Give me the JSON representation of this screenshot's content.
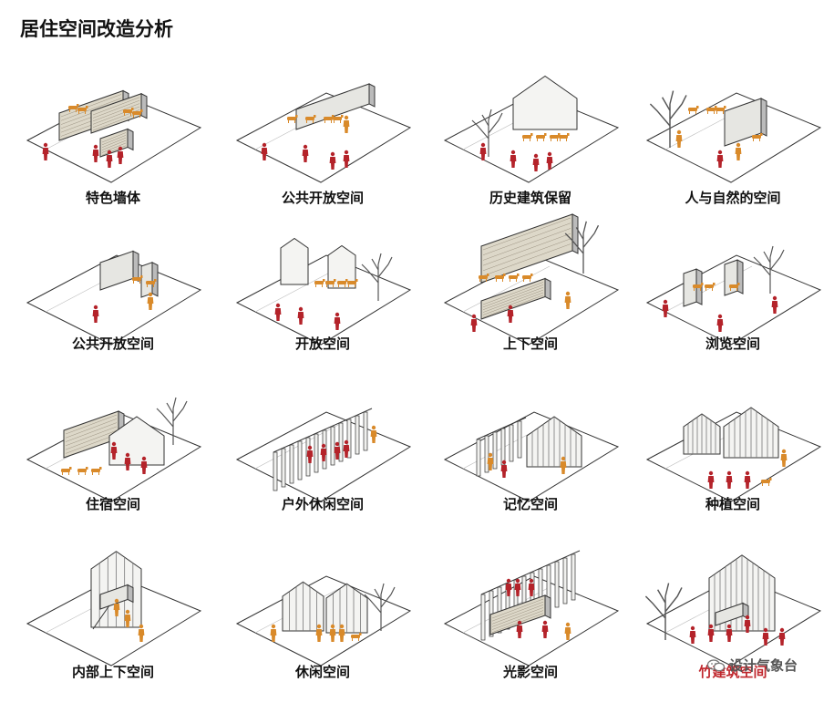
{
  "title": "居住空间改造分析",
  "colors": {
    "person_red": "#b4232a",
    "animal_orange": "#d98a2a",
    "line": "#333333",
    "wall_fill": "#e6e6e2",
    "caption_red": "#c0282e"
  },
  "panels": [
    {
      "label": "特色墙体",
      "scene": "walls"
    },
    {
      "label": "公共开放空间",
      "scene": "open-wall"
    },
    {
      "label": "历史建筑保留",
      "scene": "history"
    },
    {
      "label": "人与自然的空间",
      "scene": "nature"
    },
    {
      "label": "公共开放空间",
      "scene": "two-walls"
    },
    {
      "label": "开放空间",
      "scene": "house-frames"
    },
    {
      "label": "上下空间",
      "scene": "stone-tree"
    },
    {
      "label": "浏览空间",
      "scene": "browse"
    },
    {
      "label": "住宿空间",
      "scene": "stone-house"
    },
    {
      "label": "户外休闲空间",
      "scene": "pergola"
    },
    {
      "label": "记忆空间",
      "scene": "memory"
    },
    {
      "label": "种植空间",
      "scene": "plant"
    },
    {
      "label": "内部上下空间",
      "scene": "tall-house"
    },
    {
      "label": "休闲空间",
      "scene": "twin-house"
    },
    {
      "label": "光影空间",
      "scene": "light"
    },
    {
      "label": "竹建筑空间",
      "scene": "bamboo",
      "highlight": true
    }
  ],
  "watermark": {
    "text": "设计气象台",
    "icon": "wechat-icon"
  }
}
